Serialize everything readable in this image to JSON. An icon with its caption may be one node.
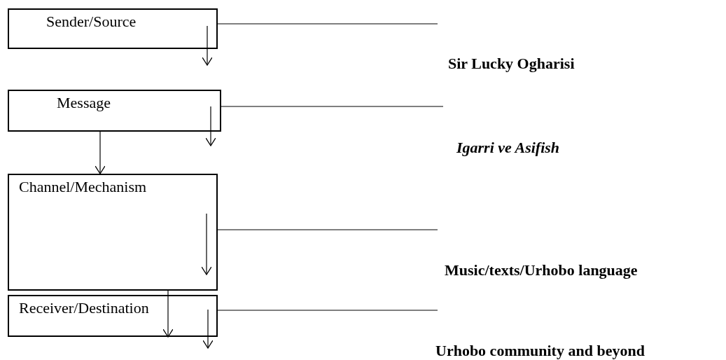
{
  "diagram": {
    "nodes": [
      {
        "text": [
          "Sender/Source"
        ]
      },
      {
        "text": [
          "Message"
        ]
      },
      {
        "text": [
          "Channel/Mechanism"
        ]
      },
      {
        "text": [
          "Receiver/Destination"
        ]
      }
    ],
    "edges": [
      {
        "from": 0,
        "to": null,
        "arrow": "to"
      },
      {
        "from": 0,
        "to": null,
        "arrow": "none"
      },
      {
        "from": 1,
        "to": null,
        "arrow": "to"
      },
      {
        "from": 1,
        "to": null,
        "arrow": "none"
      },
      {
        "from": 1,
        "to": 2,
        "arrow": "to"
      },
      {
        "from": null,
        "to": 2,
        "arrow": "to"
      },
      {
        "from": 2,
        "to": null,
        "arrow": "none"
      },
      {
        "from": 2,
        "to": 3,
        "arrow": "to"
      },
      {
        "from": 3,
        "to": null,
        "arrow": "to"
      },
      {
        "from": 3,
        "to": null,
        "arrow": "none"
      }
    ],
    "labels": [
      "Sir Lucky Ogharisi",
      "Igarri ve Asifish",
      "Music/texts/Urhobo language",
      "Urhobo community and beyond"
    ]
  }
}
